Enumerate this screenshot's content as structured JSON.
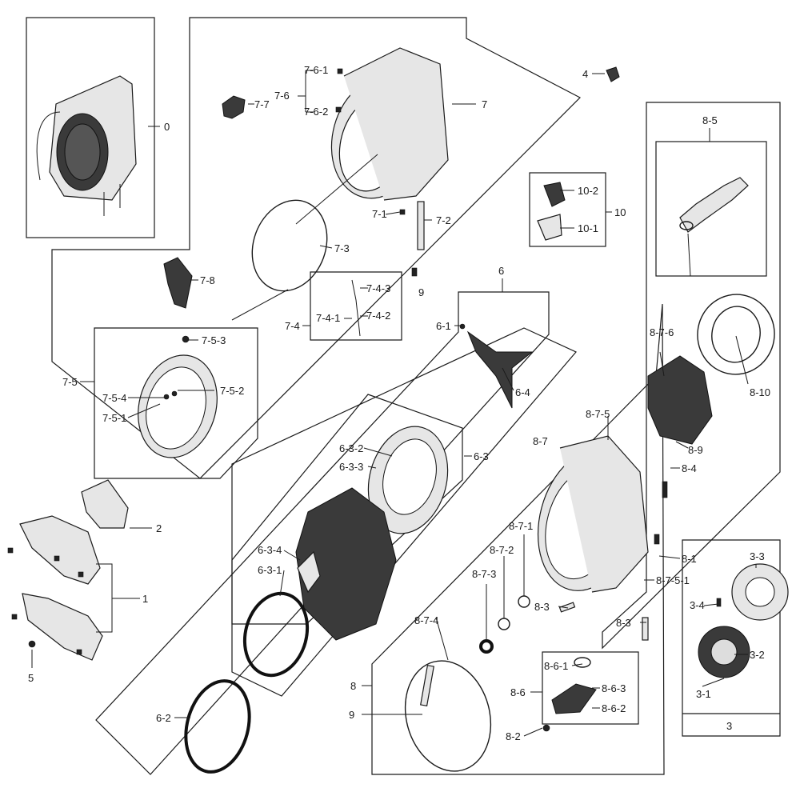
{
  "labels": {
    "l0": "0",
    "l1": "1",
    "l2": "2",
    "l3": "3",
    "l4": "4",
    "l5": "5",
    "l6": "6",
    "l7": "7",
    "l8": "8",
    "l9a": "9",
    "l9b": "9",
    "l10": "10",
    "l7_1": "7-1",
    "l7_2": "7-2",
    "l7_3": "7-3",
    "l7_4": "7-4",
    "l7_4_1": "7-4-1",
    "l7_4_2": "7-4-2",
    "l7_4_3": "7-4-3",
    "l7_5": "7-5",
    "l7_5_1": "7-5-1",
    "l7_5_2": "7-5-2",
    "l7_5_3": "7-5-3",
    "l7_5_4": "7-5-4",
    "l7_6": "7-6",
    "l7_6_1": "7-6-1",
    "l7_6_2": "7-6-2",
    "l7_7": "7-7",
    "l7_8": "7-8",
    "l10_1": "10-1",
    "l10_2": "10-2",
    "l6_1": "6-1",
    "l6_2": "6-2",
    "l6_3": "6-3",
    "l6_4": "6-4",
    "l6_3_1": "6-3-1",
    "l6_3_2": "6-3-2",
    "l6_3_3": "6-3-3",
    "l6_3_4": "6-3-4",
    "l8_1": "8-1",
    "l8_2": "8-2",
    "l8_3a": "8-3",
    "l8_3b": "8-3",
    "l8_4": "8-4",
    "l8_5": "8-5",
    "l8_6": "8-6",
    "l8_6_1": "8-6-1",
    "l8_6_2": "8-6-2",
    "l8_6_3": "8-6-3",
    "l8_7": "8-7",
    "l8_7_1": "8-7-1",
    "l8_7_2": "8-7-2",
    "l8_7_3": "8-7-3",
    "l8_7_4": "8-7-4",
    "l8_7_5": "8-7-5",
    "l8_7_5_1": "8-7-5-1",
    "l8_7_6": "8-7-6",
    "l8_9": "8-9",
    "l8_10": "8-10",
    "l3_1": "3-1",
    "l3_2": "3-2",
    "l3_3": "3-3",
    "l3_4": "3-4"
  }
}
